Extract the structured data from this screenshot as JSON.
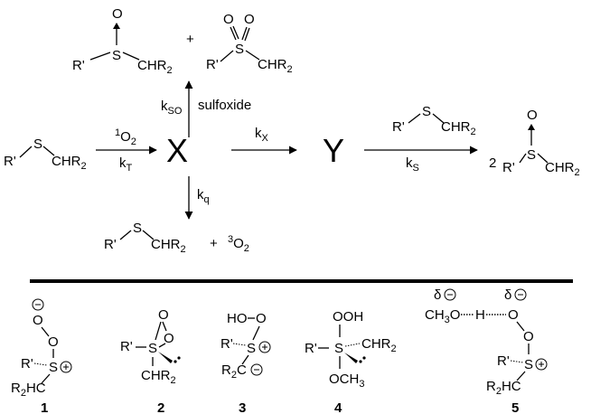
{
  "scheme": {
    "species": {
      "X": "X",
      "Y": "Y"
    },
    "rates": {
      "kT": "k",
      "kT_sub": "T",
      "kX": "k",
      "kX_sub": "X",
      "kS": "k",
      "kS_sub": "S",
      "kSO": "k",
      "kSO_sub": "SO",
      "kq": "k",
      "kq_sub": "q"
    },
    "reagents": {
      "singlet_o2_sup": "1",
      "singlet_o2": "O",
      "singlet_o2_sub": "2"
    },
    "pathway_label": "sulfoxide",
    "sulfide": {
      "left": "R'",
      "S": "S",
      "right": "CHR",
      "right_sub": "2"
    },
    "sulfoxide": {
      "O": "O",
      "left": "R'",
      "S": "S",
      "right": "CHR",
      "right_sub": "2"
    },
    "sulfone": {
      "O1": "O",
      "O2": "O",
      "left": "R'",
      "S": "S",
      "right": "CHR",
      "right_sub": "2"
    },
    "plus": "+",
    "coef_2": "2",
    "triplet_o2_sup": "3",
    "triplet_o2": "O",
    "triplet_o2_sub": "2"
  },
  "structures": [
    {
      "number": "1",
      "O1": "O",
      "O2": "O",
      "R_top": "R'",
      "S": "S",
      "R_bottom": "R",
      "R_bottom_sub": "2",
      "R_bottom_tail": "HC"
    },
    {
      "number": "2",
      "O1": "O",
      "O2": "O",
      "R_left": "R'",
      "S": "S",
      "R_bottom": "CHR",
      "R_bottom_sub": "2"
    },
    {
      "number": "3",
      "HO": "HO",
      "O": "O",
      "R_top": "R'",
      "S": "S",
      "R_bottom": "R",
      "R_bottom_sub": "2",
      "R_bottom_tail": "C"
    },
    {
      "number": "4",
      "OOH": "OOH",
      "R_left": "R'",
      "S": "S",
      "R_right": "CHR",
      "R_right_sub": "2",
      "OCH3": "OCH",
      "OCH3_sub": "3"
    },
    {
      "number": "5",
      "delta1": "δ",
      "delta2": "δ",
      "CH3O": "CH",
      "CH3O_sub": "3",
      "CH3O_tail": "O",
      "H": "H",
      "O1": "O",
      "O2": "O",
      "R_top": "R'",
      "S": "S",
      "R_bottom": "R",
      "R_bottom_sub": "2",
      "R_bottom_tail": "HC"
    }
  ]
}
